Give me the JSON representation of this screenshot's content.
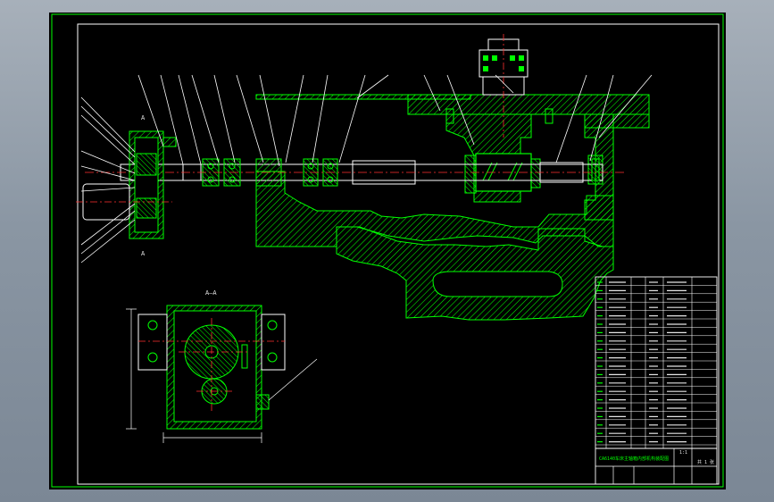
{
  "drawing": {
    "colors": {
      "sheet": "#000000",
      "border": "#00ff00",
      "frame": "#ffffff",
      "section": "#00ff00",
      "center_line": "#ff3030",
      "label": "#e6e6e6"
    },
    "view_label": "A—A",
    "section_marks": [
      "A",
      "A"
    ],
    "title_block": {
      "drawing_title": "CA6140车床主轴箱内部机构装配图",
      "scale": "1:1",
      "sheet": "共 1 张"
    }
  }
}
